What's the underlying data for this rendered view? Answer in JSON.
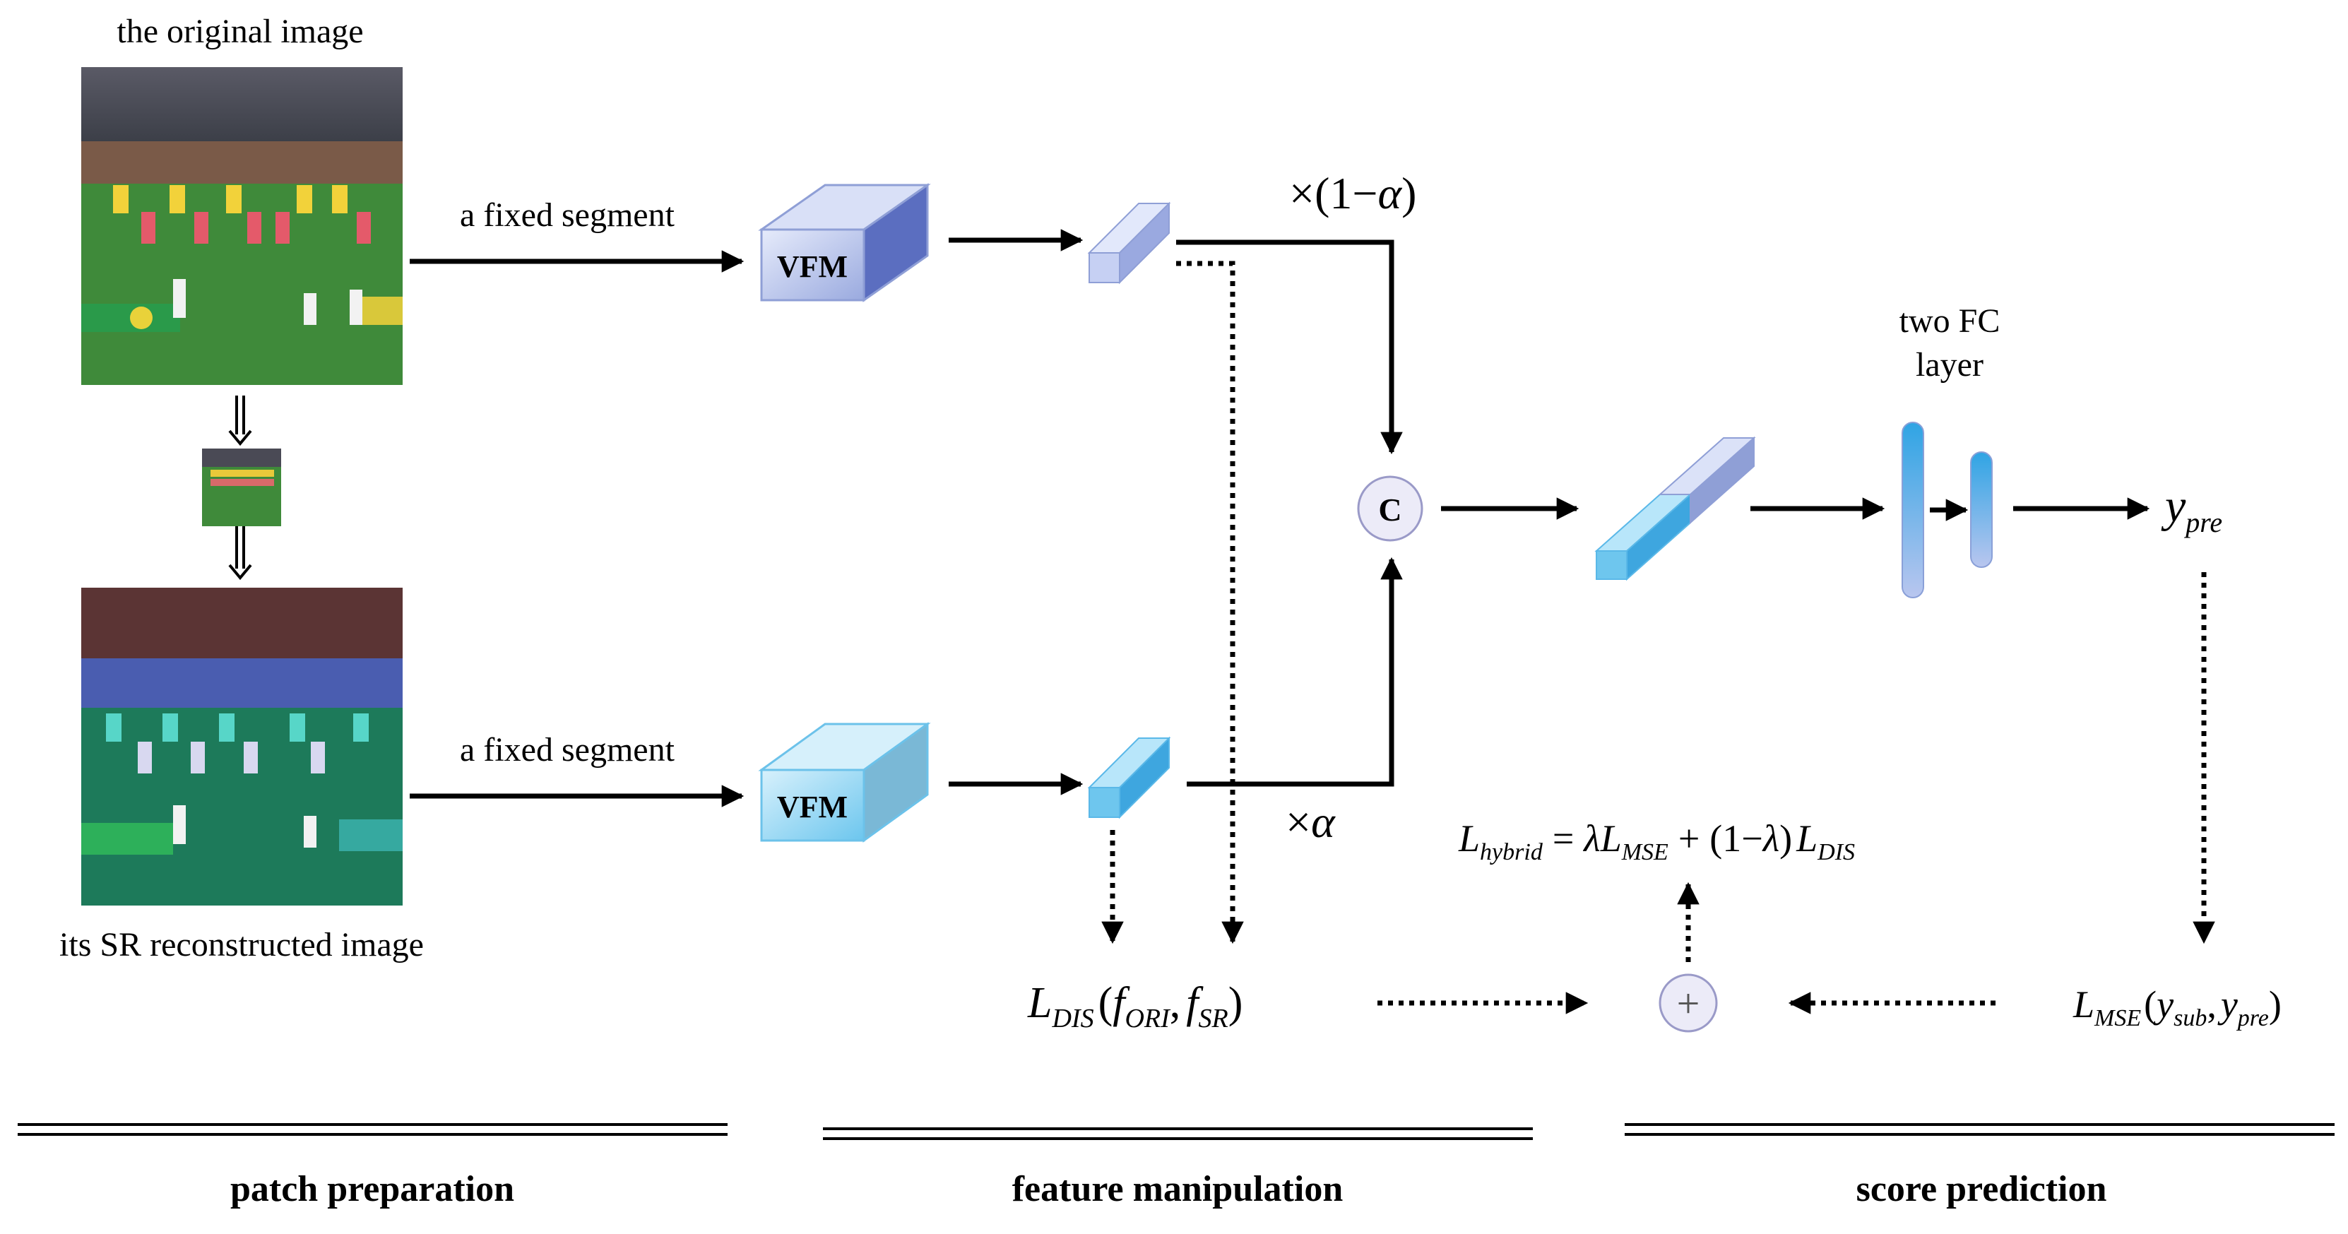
{
  "images": {
    "original_caption": "the original image",
    "sr_caption": "its SR reconstructed image"
  },
  "segments": {
    "top_label": "a fixed segment",
    "bottom_label": "a fixed segment"
  },
  "vfm": {
    "top_label": "VFM",
    "bottom_label": "VFM"
  },
  "weights": {
    "top_prefix": "×(1−",
    "alpha": "α",
    "close": ")",
    "bottom_prefix": "×"
  },
  "concat": {
    "label": "C"
  },
  "fc": {
    "line1": "two FC",
    "line2": "layer"
  },
  "output": {
    "y": "y",
    "sub": "pre"
  },
  "loss_dis": {
    "L": "L",
    "L_sub": "DIS",
    "open": "(",
    "f1": "f",
    "f1_sub": "ORI",
    "comma": ",",
    "f2": "f",
    "f2_sub": "SR",
    "close": ")"
  },
  "loss_mse": {
    "L": "L",
    "L_sub": "MSE",
    "open": "(",
    "y1": "y",
    "y1_sub": "sub",
    "comma": ",",
    "y2": "y",
    "y2_sub": "pre",
    "close": ")"
  },
  "loss_hybrid": {
    "L": "L",
    "L_sub": "hybrid",
    "eq": "=",
    "lambda1": "λ",
    "L2": "L",
    "L2_sub": "MSE",
    "plus": "+",
    "paren": "(1−",
    "lambda2": "λ",
    "close": ")",
    "L3": "L",
    "L3_sub": "DIS"
  },
  "sum": {
    "symbol": "+"
  },
  "stages": [
    "patch preparation",
    "feature manipulation",
    "score prediction"
  ],
  "colors": {
    "vfm_top": "#8f9fd6",
    "vfm_bottom": "#6cc2ea",
    "feat_top": "#b6c3ee",
    "feat_bottom": "#5ab8e8",
    "fc_bar": "#4fb0e3",
    "node_fill": "#ecebf8",
    "grass": "#3f8a3a",
    "grass_sr": "#1d7a5a"
  }
}
